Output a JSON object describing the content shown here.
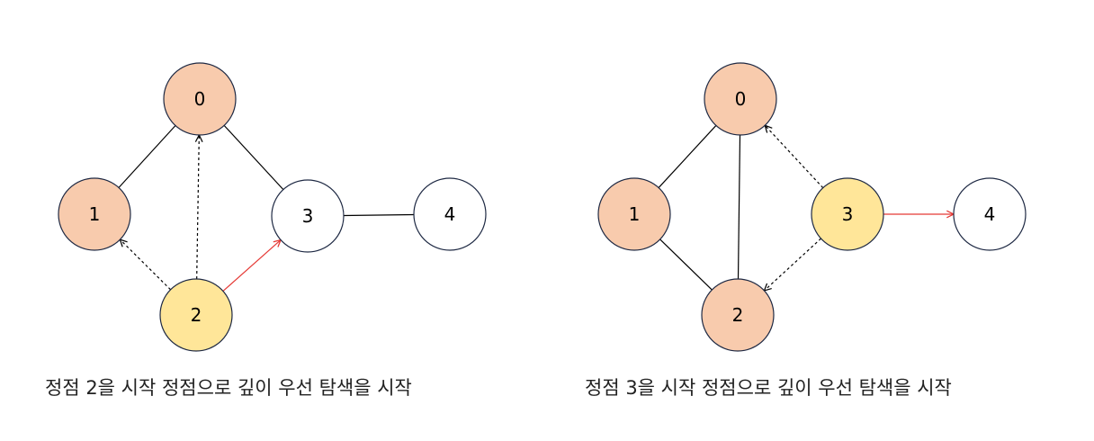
{
  "colors": {
    "visited": "#f8cbad",
    "current": "#ffe699",
    "unvisited": "#ffffff",
    "edge": "#000000",
    "backtrack": "#000000",
    "next": "#e53935"
  },
  "left": {
    "caption": "정점 2을 시작 정점으로 깊이 우선 탐색을 시작",
    "nodes": [
      {
        "id": "0",
        "label": "0",
        "state": "visited"
      },
      {
        "id": "1",
        "label": "1",
        "state": "visited"
      },
      {
        "id": "2",
        "label": "2",
        "state": "current"
      },
      {
        "id": "3",
        "label": "3",
        "state": "unvisited"
      },
      {
        "id": "4",
        "label": "4",
        "state": "unvisited"
      }
    ],
    "edges": [
      {
        "from": "0",
        "to": "1",
        "style": "solid"
      },
      {
        "from": "0",
        "to": "3",
        "style": "solid"
      },
      {
        "from": "3",
        "to": "4",
        "style": "solid"
      },
      {
        "from": "2",
        "to": "1",
        "style": "dashed-arrow"
      },
      {
        "from": "2",
        "to": "0",
        "style": "dashed-arrow"
      },
      {
        "from": "2",
        "to": "3",
        "style": "red-arrow"
      }
    ]
  },
  "right": {
    "caption": "정점 3을 시작 정점으로 깊이 우선 탐색을 시작",
    "nodes": [
      {
        "id": "0",
        "label": "0",
        "state": "visited"
      },
      {
        "id": "1",
        "label": "1",
        "state": "visited"
      },
      {
        "id": "2",
        "label": "2",
        "state": "visited"
      },
      {
        "id": "3",
        "label": "3",
        "state": "current"
      },
      {
        "id": "4",
        "label": "4",
        "state": "unvisited"
      }
    ],
    "edges": [
      {
        "from": "0",
        "to": "1",
        "style": "solid"
      },
      {
        "from": "0",
        "to": "2",
        "style": "solid"
      },
      {
        "from": "1",
        "to": "2",
        "style": "solid"
      },
      {
        "from": "3",
        "to": "0",
        "style": "dashed-arrow"
      },
      {
        "from": "3",
        "to": "2",
        "style": "dashed-arrow"
      },
      {
        "from": "3",
        "to": "4",
        "style": "red-arrow"
      }
    ]
  }
}
